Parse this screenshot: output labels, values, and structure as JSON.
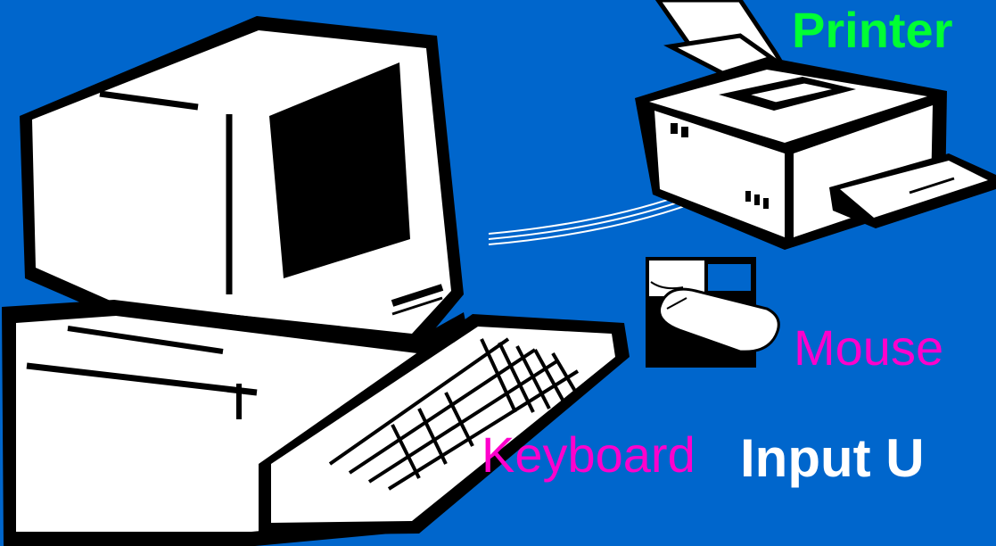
{
  "colors": {
    "background": "#0066cc",
    "printer_label": "#00ff33",
    "device_label": "#ff00cc",
    "caption": "#ffffff"
  },
  "labels": {
    "printer": "Printer",
    "mouse": "Mouse",
    "keyboard": "Keyboard",
    "caption": "Input U"
  }
}
